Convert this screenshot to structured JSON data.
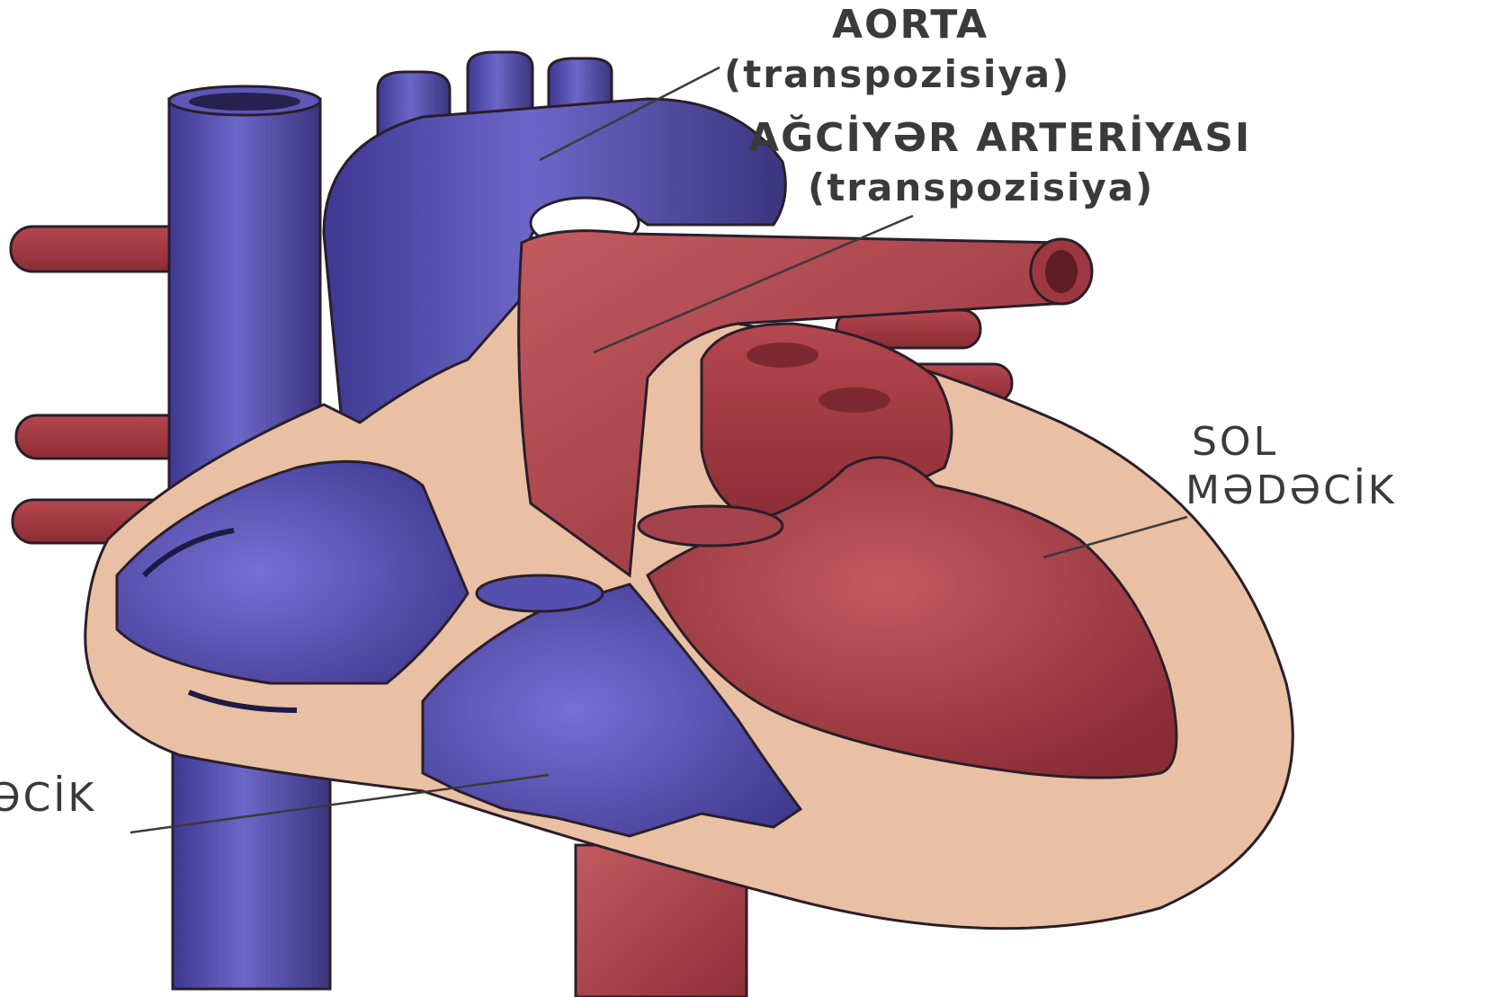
{
  "labels": {
    "aorta_title": "AORTA",
    "aorta_sub": "(transpozisiya)",
    "pulmonary_title": "AĞCİYƏR ARTERİYASI",
    "pulmonary_sub": "(transpozisiya)",
    "left_ventricle_line1": "SOL",
    "left_ventricle_line2": "MƏDƏCİK",
    "right_ventricle_fragment": "ƏCİK"
  },
  "colors": {
    "venous_blue": "#5b54b8",
    "arterial_red": "#a33e45",
    "wall_beige": "#e9c0a3",
    "outline": "#2a1e2a",
    "text": "#3a3a3a"
  }
}
